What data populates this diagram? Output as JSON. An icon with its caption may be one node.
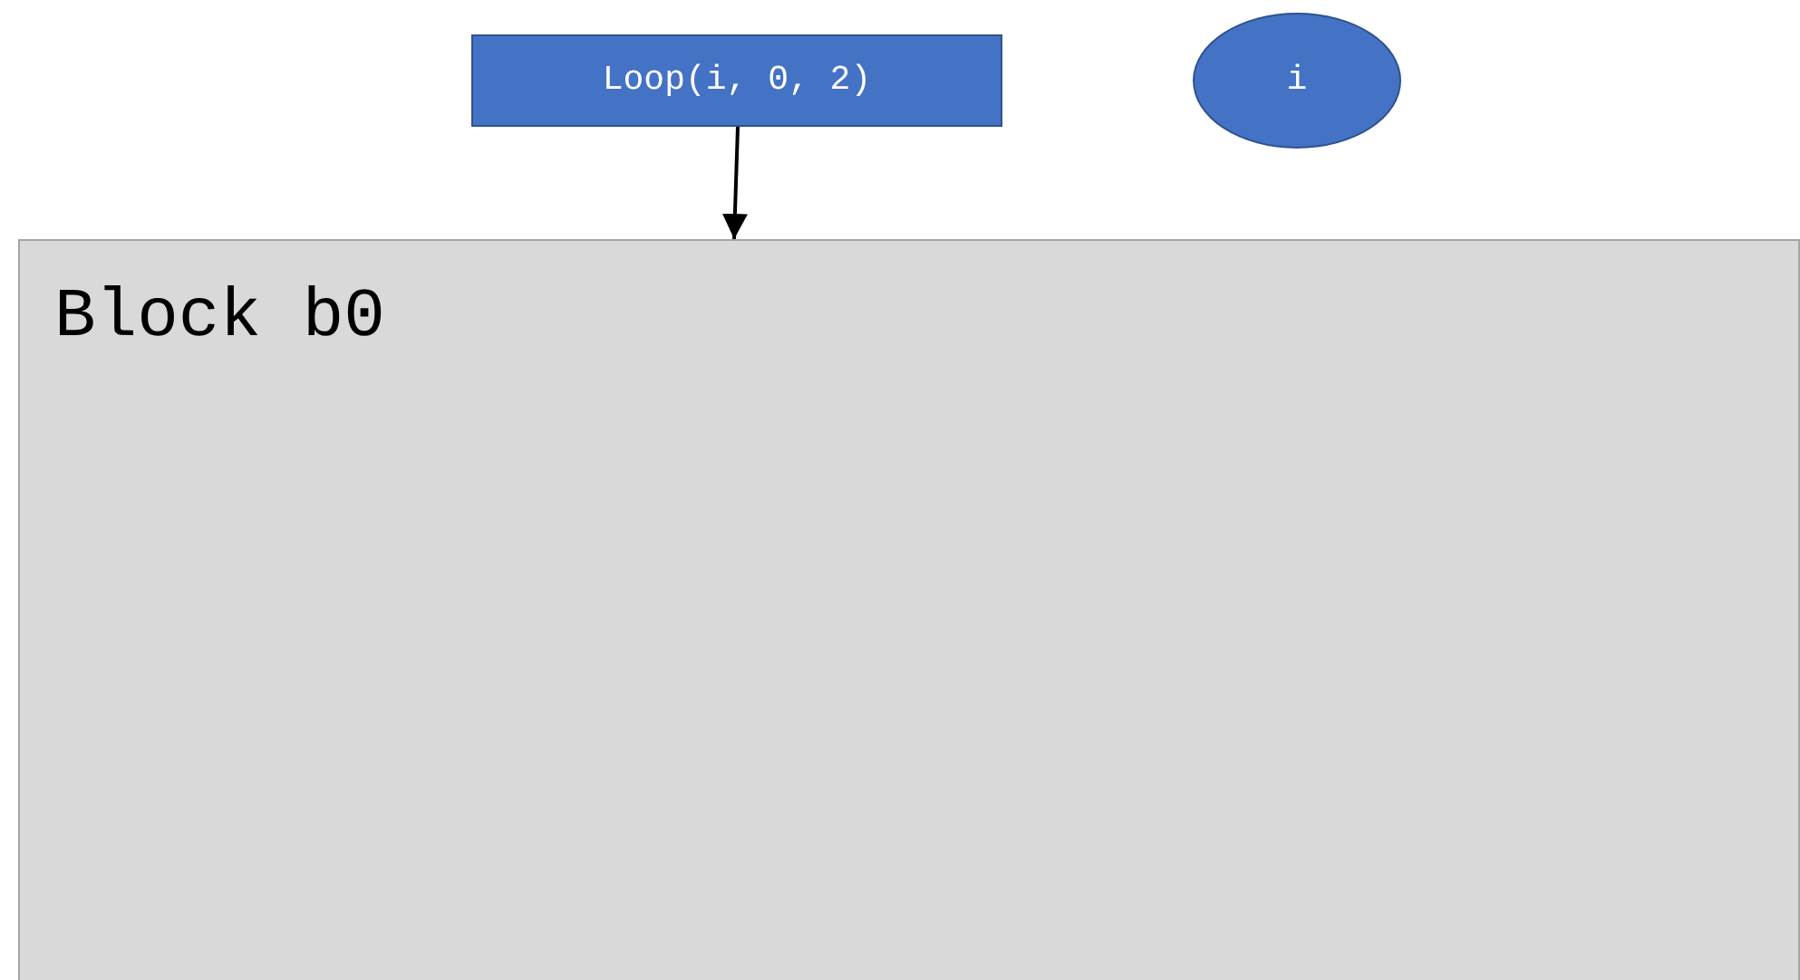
{
  "diagram": {
    "nodes": [
      {
        "text": [
          "Loop(i, 0, 2)"
        ]
      },
      {
        "text": [
          "i"
        ]
      },
      {
        "text": [
          "Block b0"
        ]
      }
    ],
    "edges": [
      {
        "from": 0,
        "to": 2,
        "arrow": "to"
      }
    ]
  }
}
